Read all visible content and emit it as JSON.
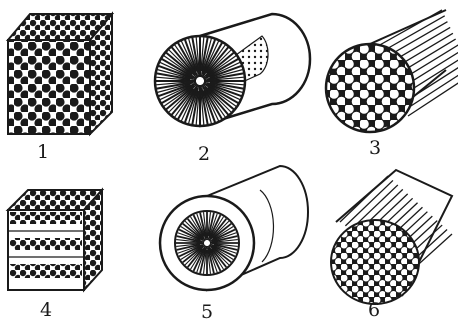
{
  "labels": [
    "1",
    "2",
    "3",
    "4",
    "5",
    "6"
  ],
  "colors": {
    "ink": "#1a1a1a",
    "paper": "#ffffff"
  }
}
